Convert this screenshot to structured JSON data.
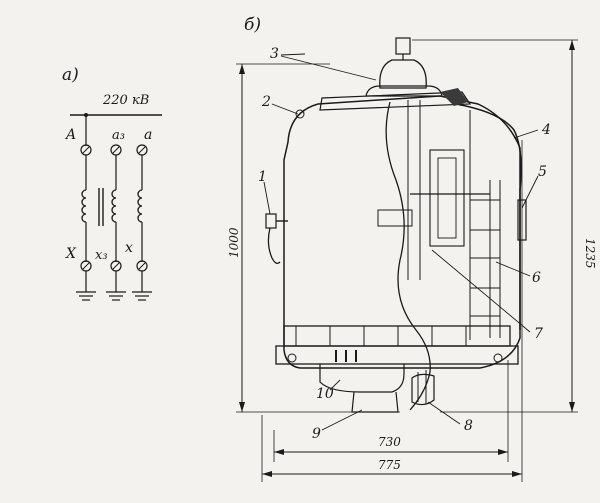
{
  "schematic": {
    "panel_label": "а)",
    "voltage": "220 кВ",
    "terminals_top": [
      "A",
      "a₃",
      "a"
    ],
    "terminals_bottom": [
      "X",
      "x₃",
      "x"
    ]
  },
  "drawing": {
    "panel_label": "б)",
    "callouts": [
      "1",
      "2",
      "3",
      "4",
      "5",
      "6",
      "7",
      "8",
      "9",
      "10"
    ],
    "dimensions": {
      "height_body": "1000",
      "height_total": "1235",
      "width_inner": "730",
      "width_total": "775"
    }
  }
}
